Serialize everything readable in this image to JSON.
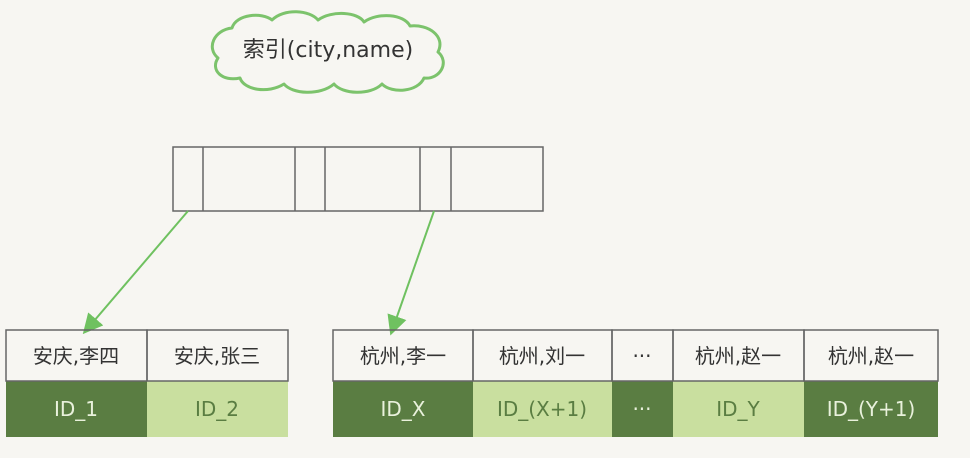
{
  "index_label": "索引(city,name)",
  "colors": {
    "background": "#f7f6f2",
    "outline": "#666666",
    "cloud_stroke": "#7cc36c",
    "arrow": "#6fc160",
    "dark_green": "#5a7d42",
    "light_green": "#c9df9f",
    "dark_text": "#e9f1dc",
    "light_text": "#5a7d42"
  },
  "left_leaf": [
    {
      "key": "安庆,李四",
      "id": "ID_1",
      "shade": "dark"
    },
    {
      "key": "安庆,张三",
      "id": "ID_2",
      "shade": "light"
    }
  ],
  "right_leaf": [
    {
      "key": "杭州,李一",
      "id": "ID_X",
      "shade": "dark"
    },
    {
      "key": "杭州,刘一",
      "id": "ID_(X+1)",
      "shade": "light"
    },
    {
      "key": "···",
      "id": "···",
      "shade": "dark"
    },
    {
      "key": "杭州,赵一",
      "id": "ID_Y",
      "shade": "light"
    },
    {
      "key": "杭州,赵一",
      "id": "ID_(Y+1)",
      "shade": "dark"
    }
  ]
}
